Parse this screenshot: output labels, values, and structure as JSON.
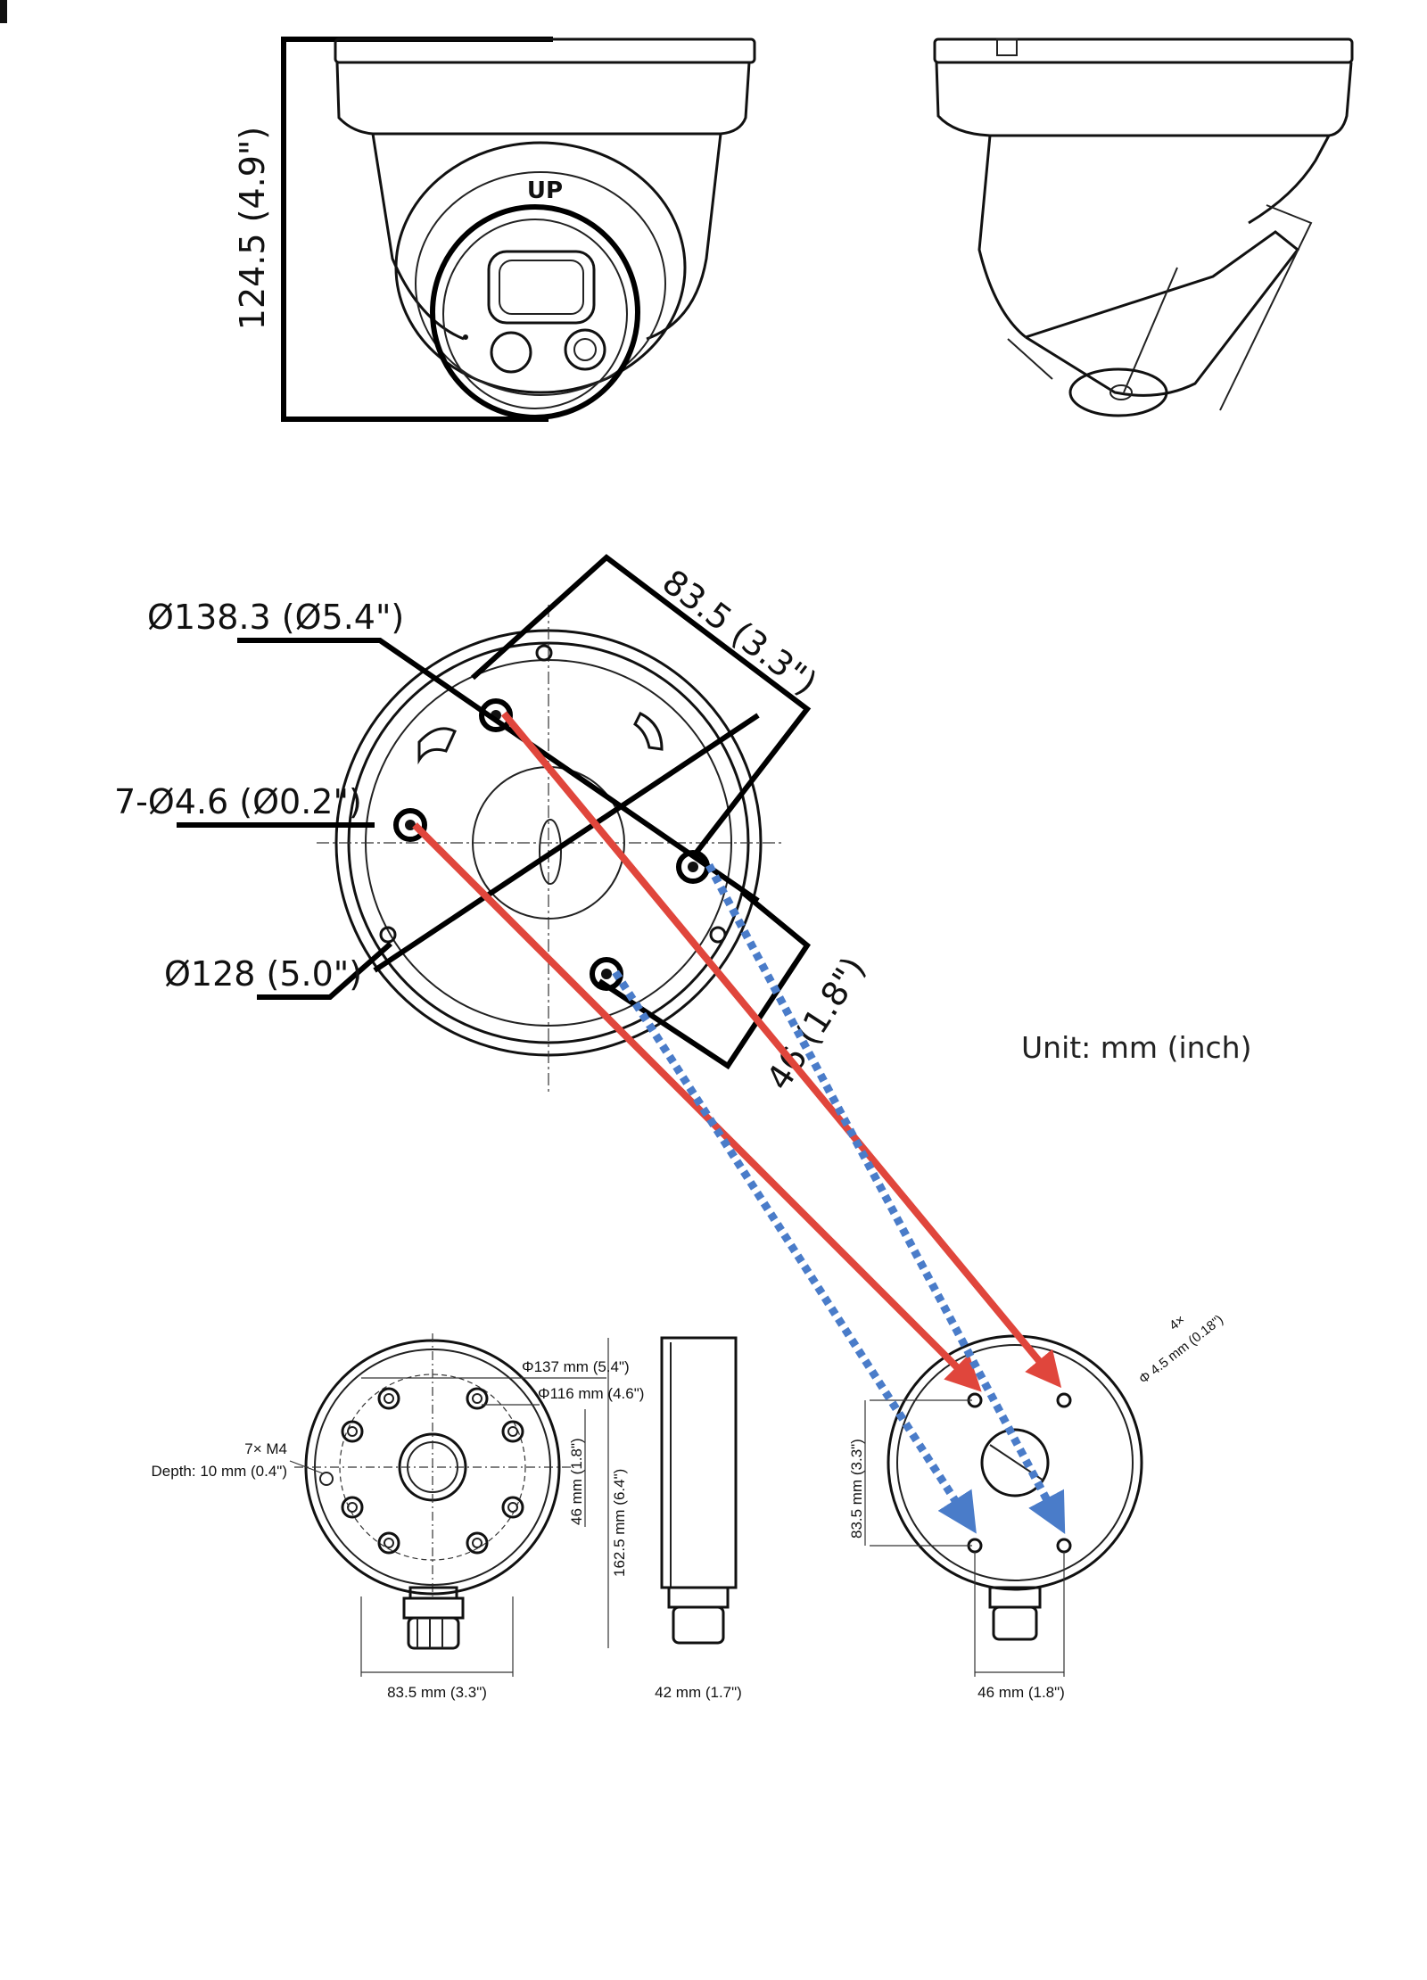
{
  "top_views": {
    "height_label": "124.5 (4.9\")",
    "front_mark": "UP"
  },
  "base_view": {
    "outer_diameter": "Ø138.3 (Ø5.4\")",
    "holes": "7-Ø4.6 (Ø0.2\")",
    "inner_diameter": "Ø128 (5.0\")",
    "pitch_long": "83.5 (3.3\")",
    "pitch_short": "46 (1.8\")"
  },
  "unit_note": "Unit: mm (inch)",
  "junction_box": {
    "phi_outer": "Φ137 mm (5.4\")",
    "phi_inner": "Φ116 mm (4.6\")",
    "screws": "7× M4",
    "depth": "Depth: 10 mm (0.4\")",
    "dim_46_vertical": "46 mm (1.8\")",
    "dim_162": "162.5 mm (6.4\")",
    "dim_83_bottom": "83.5 mm (3.3\")",
    "dim_42": "42 mm (1.7\")"
  },
  "adapter": {
    "holes": "4×",
    "hole_dia": "Φ 4.5 mm (0.18\")",
    "dim_83_vertical": "83.5 mm (3.3\")",
    "dim_46_bottom": "46 mm (1.8\")"
  },
  "arrow_colors": {
    "solid": "#e0463c",
    "dotted": "#4a7cc9"
  }
}
